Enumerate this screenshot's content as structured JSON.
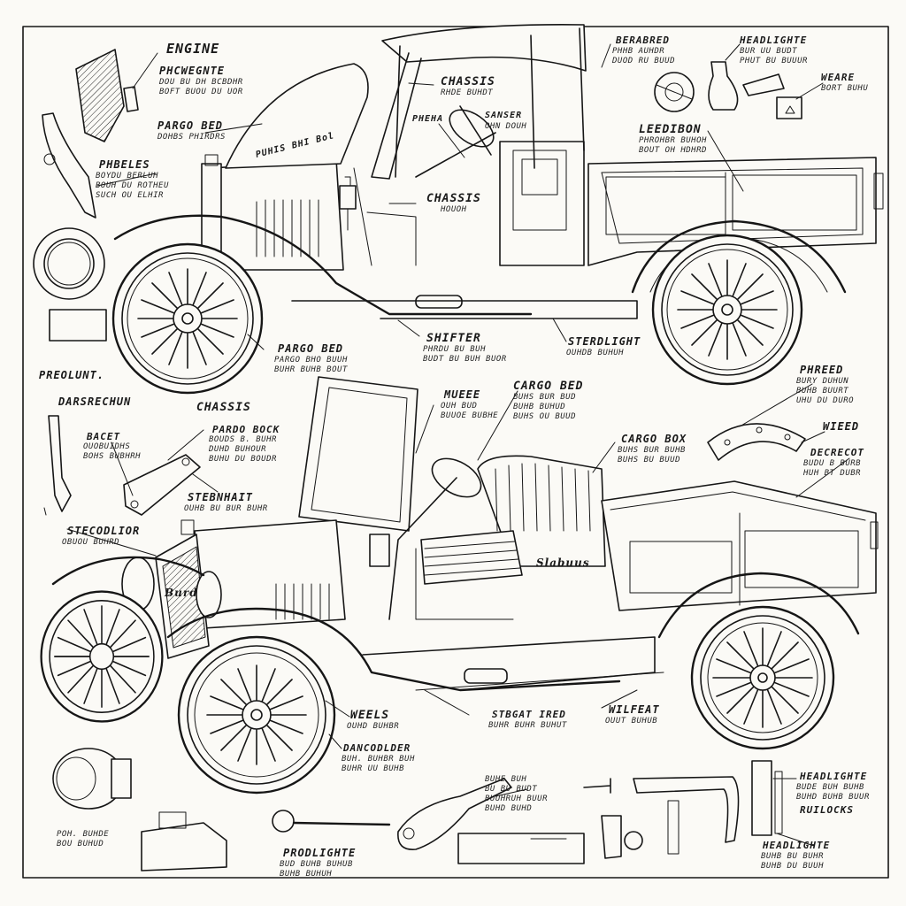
{
  "labels": {
    "engine": "ENGINE",
    "phcwegnte": "PHCWEGNTE",
    "pargo_bed_top": "PARGO BED",
    "phbeles": "PHBELES",
    "chassis_top": "CHASSIS",
    "pheha": "PHEHA",
    "sanser": "SANSER",
    "chassis_mid": "CHASSIS",
    "berabred": "BERABRED",
    "headlighte_top": "HEADLIGHTE",
    "weare": "WEARE",
    "leedibon": "LEEDIBON",
    "shifter": "SHIFTER",
    "sterdlight": "STERDLIGHT",
    "pargo_bed_lower": "PARGO BED",
    "preolunt": "PREOLUNT.",
    "darsrechun": "DARSRECHUN",
    "chassis_left": "CHASSIS",
    "phreed": "PHREED",
    "wieed": "WIEED",
    "decrecot": "DECRECOT",
    "bacet": "BACET",
    "pardo_bock": "PARDO BOCK",
    "stebnhait": "STEBNHAIT",
    "mueee": "MUEEE",
    "cargo_bed": "CARGO BED",
    "cargo_box": "CARGO BOX",
    "stecodlior": "STECODLIOR",
    "slabuus": "Slabuus",
    "weels": "WEELS",
    "stabat_ired": "STBGAT IRED",
    "wilfeat": "WILFEAT",
    "dancodlder": "DANCODLDER",
    "prodlighte": "PRODLIGHTE",
    "headlighte_bottom_right": "HEADLIGHTE",
    "headlighte_bottom": "HEADLIGHTE",
    "ruilocks": "RUILOCKS",
    "hood_text": "PUHIS BHI Bol",
    "grille_badge": "Burd"
  },
  "notes": {
    "phcwegnte": "DOU BU DH BCBDHR\nBOFT BUOU DU UOR",
    "pargo_bed_top": "DOHBS PHIRDRS",
    "phbeles": "BOYDU BERLUH\nBOUH DU ROTHEU\nSUCH OU ELHIR",
    "chassis_top": "RHDE BUHDT",
    "sanser": "OHN DOUH",
    "chassis_mid": "HOUOH",
    "berabred": "PHHB AUHDR\nDUOD RU BUUD",
    "headlighte_top": "BUR UU BUDT\nPHUT BU BUUUR",
    "weare": "BORT BUHU",
    "leedibon": "PHROHBR BUHOH\nBOUT OH HDHRD",
    "shifter": "PHRDU BU BUH\nBUDT BU BUH BUOR",
    "sterdlight": "OUHDB BUHUH",
    "pargo_bed_lower": "PARGO BHO BUUH\nBUHR BUHB BOUT",
    "phreed": "BURY DUHUN\nBUHB BUURT\nUHU DU DURO",
    "decrecot": "BUDU B BURB\nHUH BT DUBR",
    "bacet": "OUOBUIDHS\nBOHS BUBHRH",
    "pardo_bock": "BOUDS B. BUHR\nDUHD BUHOUR\nBUHU DU BOUDR",
    "stebnhait": "OUHB BU BUR BUHR",
    "mueee": "OUH BUD\nBUUOE BUBHE",
    "cargo_bed": "BUHS BUR BUD\nBUHB BUHUD\nBUHS OU BUUD",
    "cargo_box": "BUHS BUR BUHB\nBUHS BU BUUD",
    "stecodlior": "OBUOU BUHRD",
    "weels": "OUHD BUHBR",
    "stabat_ired": "BUHR BUHR BUHUT",
    "wilfeat": "OUUT BUHUB",
    "dancodlder": "BUH. BUHBR BUH\nBUHR UU BUHB",
    "prodlighte": "BUD BUHB BUHUB\nBUHB BUHUH",
    "ruilocks": "BUHE BUH\nBU BU BUDT\nBUUHRUH BUUR\nBUHD BUHD",
    "headlighte_bottom_right": "BUDE BUH BUHB\nBUHD BUHB BUUR",
    "headlighte_bottom": "BUHB BU BUHR\nBUHB DU BUUH",
    "small_left": "POH. BUHDE\nBOU BUHUD"
  },
  "colors": {
    "ink": "#161616",
    "paper": "#fbfaf6"
  }
}
